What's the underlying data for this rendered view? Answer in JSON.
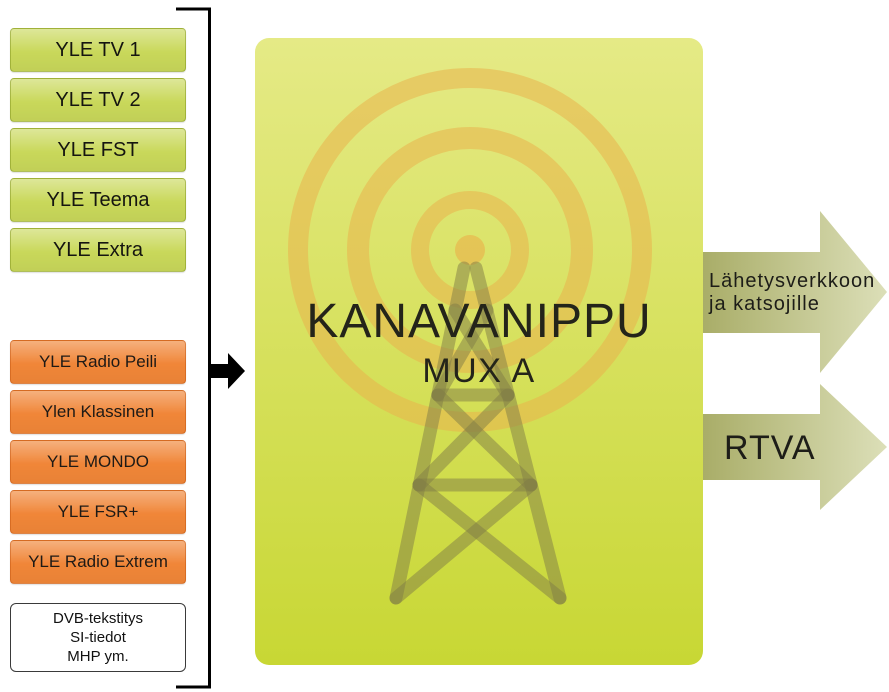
{
  "inputs": {
    "tv_channels": [
      "YLE TV 1",
      "YLE TV 2",
      "YLE FST",
      "YLE Teema",
      "YLE Extra"
    ],
    "radio_channels": [
      "YLE Radio Peili",
      "Ylen Klassinen",
      "YLE MONDO",
      "YLE FSR+",
      "YLE Radio Extrem"
    ],
    "data_services": [
      "DVB-tekstitys",
      "SI-tiedot",
      "MHP ym."
    ]
  },
  "multiplex": {
    "title": "KANAVANIPPU",
    "subtitle": "MUX A"
  },
  "outputs": {
    "broadcast": {
      "label_lines": [
        "Lähetysverkkoon",
        "ja katsojille"
      ]
    },
    "rtva": {
      "label": "RTVA"
    }
  },
  "icons": {
    "multiplex_background": "transmission-tower-icon",
    "input_arrow": "arrow-right-icon",
    "output_arrows": "arrow-right-icon"
  },
  "colors": {
    "tv_box": "#c9d85a",
    "radio_box": "#f08638",
    "mux_box": "#c8d734",
    "output_arrow": "#a9ad68",
    "bracket": "#000000",
    "signal_rings": "#e9b34c",
    "tower": "#7f7b45",
    "text_dark": "#1f1f1a"
  }
}
